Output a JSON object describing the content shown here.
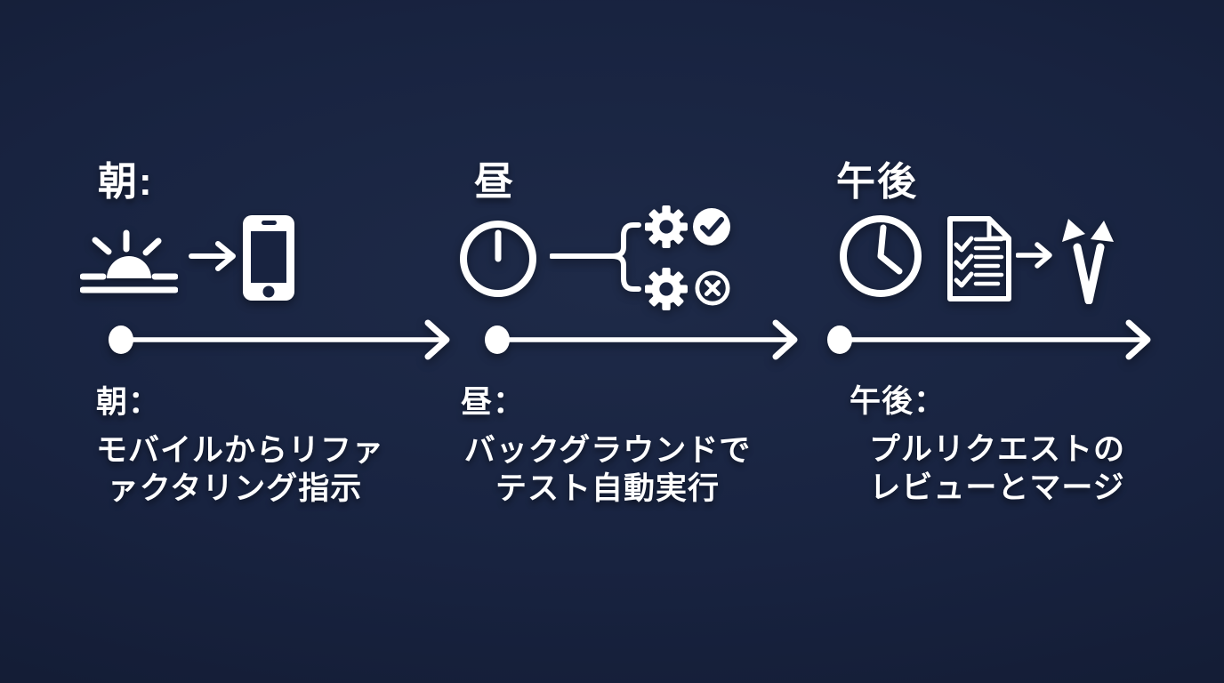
{
  "diagram_title": "daily-dev-workflow-timeline",
  "colors": {
    "background": "#182340",
    "background_center": "#1e2a48",
    "background_edge": "#101829",
    "foreground": "#ffffff"
  },
  "phases": [
    {
      "id": "morning",
      "header": "朝:",
      "icons": [
        "sunrise-icon",
        "arrow-right-icon",
        "smartphone-icon"
      ],
      "caption": {
        "title": "朝：",
        "lines": [
          "モバイルからリファ",
          "ァクタリング指示"
        ]
      }
    },
    {
      "id": "noon",
      "header": "昼",
      "icons": [
        "clock-noon-icon",
        "branch-connector-icon",
        "gear-icon",
        "check-circle-icon",
        "gear-icon",
        "cross-circle-icon"
      ],
      "caption": {
        "title": "昼：",
        "lines": [
          "バックグラウンドで",
          "テスト自動実行"
        ]
      }
    },
    {
      "id": "afternoon",
      "header": "午後",
      "icons": [
        "clock-afternoon-icon",
        "checklist-document-icon",
        "arrow-right-icon",
        "merge-arrows-icon"
      ],
      "caption": {
        "title": "午後：",
        "lines": [
          "プルリクエストの",
          "レビューとマージ"
        ]
      }
    }
  ],
  "timeline": {
    "segments": 3,
    "style": "dot-line-chevron-arrow",
    "color": "#ffffff"
  }
}
